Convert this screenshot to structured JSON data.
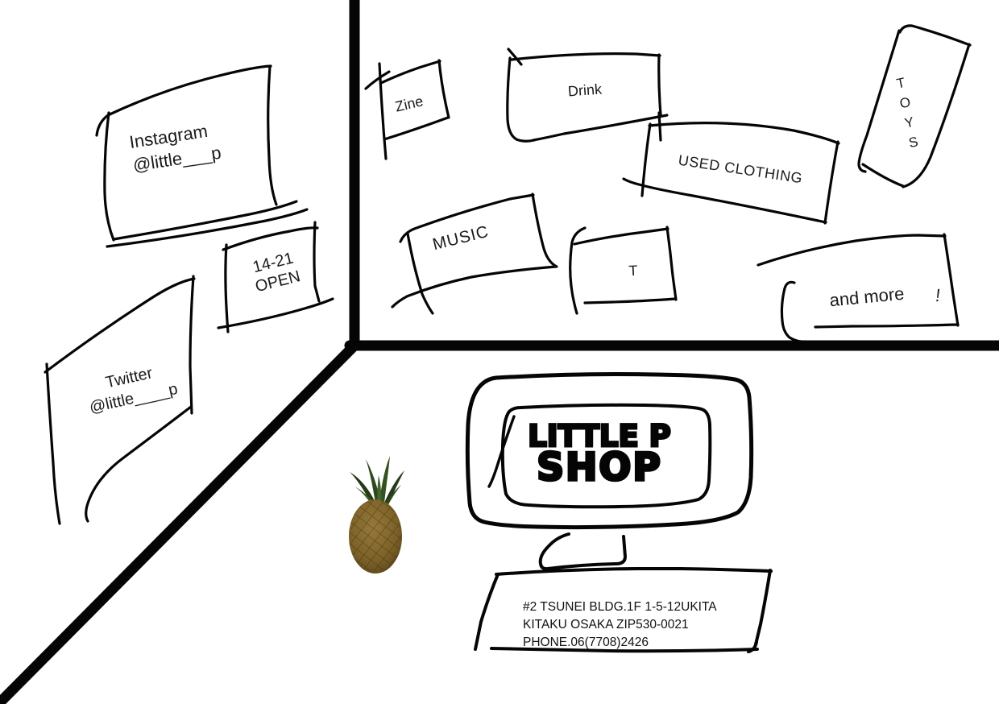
{
  "page": {
    "background": "#ffffff",
    "ink": "#050505"
  },
  "left_wall": {
    "instagram": {
      "line1": "Instagram",
      "line2": "@little___p"
    },
    "hours": {
      "line1": "14-21",
      "line2": "OPEN"
    },
    "twitter": {
      "line1": "Twitter",
      "line2": "@little____p"
    }
  },
  "back_wall": {
    "zine": "Zine",
    "drink": "Drink",
    "used_clothing": "USED CLOTHING",
    "toys": {
      "letters": [
        "T",
        "O",
        "Y",
        "S"
      ]
    },
    "music": "MUSIC",
    "t_shirts": "T",
    "and_more": {
      "text": "and more",
      "exclamation": "!"
    }
  },
  "monitor": {
    "logo_line1": "LITTLE P",
    "logo_line2": "SHOP"
  },
  "address": {
    "line1": "#2 TSUNEI BLDG.1F 1-5-12UKITA",
    "line2": "KITAKU OSAKA ZIP530-0021",
    "line3": "PHONE.06(7708)2426"
  },
  "pineapple": {
    "body_color": "#7c6128",
    "leaf_color": "#2d4a1e"
  }
}
